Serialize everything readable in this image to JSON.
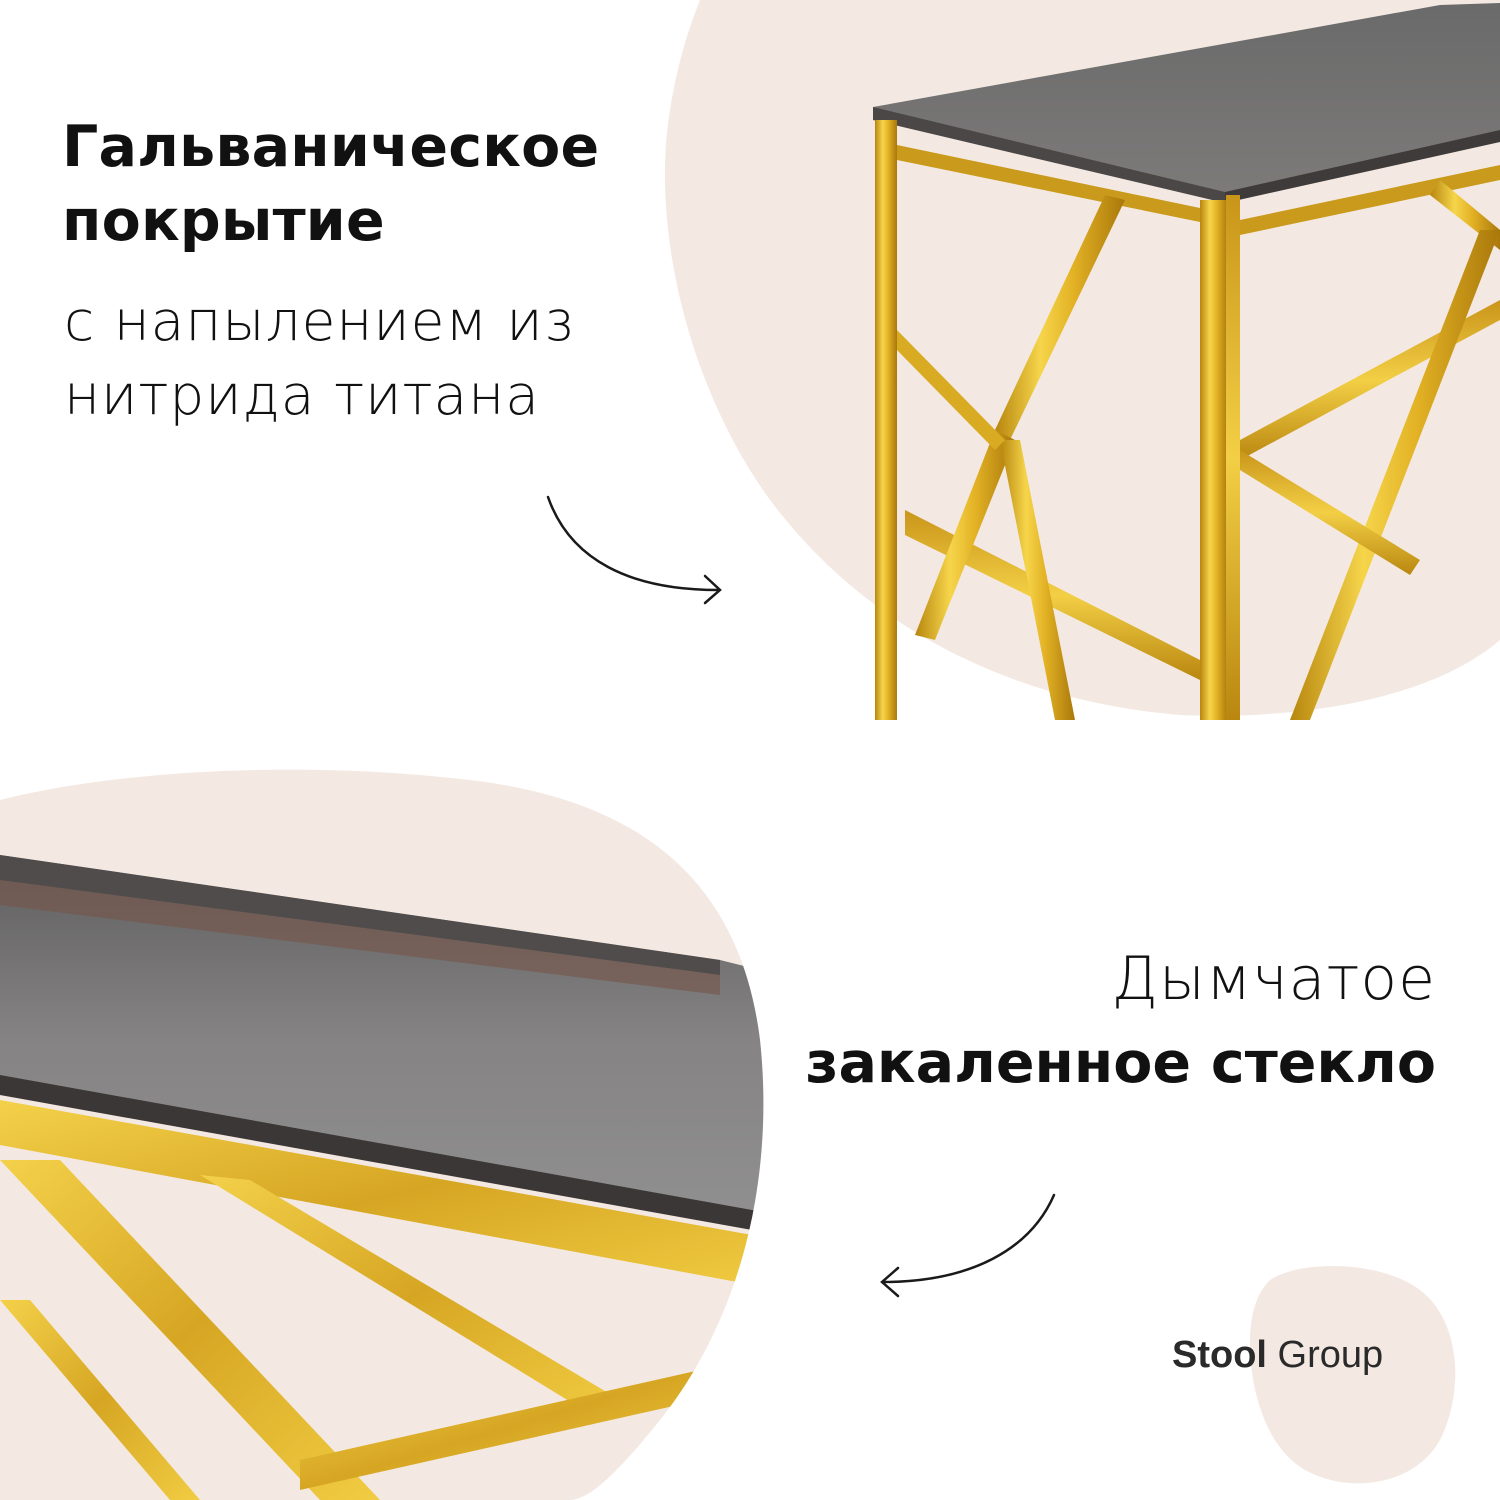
{
  "top_feature": {
    "title_line1": "Гальваническое",
    "title_line2": "покрытие",
    "subtitle_line1": "с напылением из",
    "subtitle_line2": "нитрида титана"
  },
  "bottom_feature": {
    "subtitle_line1": "Дымчатое",
    "title_line1": "закаленное стекло"
  },
  "brand": {
    "bold": "Stool",
    "regular": "Group"
  },
  "colors": {
    "blob": "#f3e9e2",
    "gold": "#e0b52a",
    "glass": "#6e6c6c",
    "text": "#111111"
  }
}
